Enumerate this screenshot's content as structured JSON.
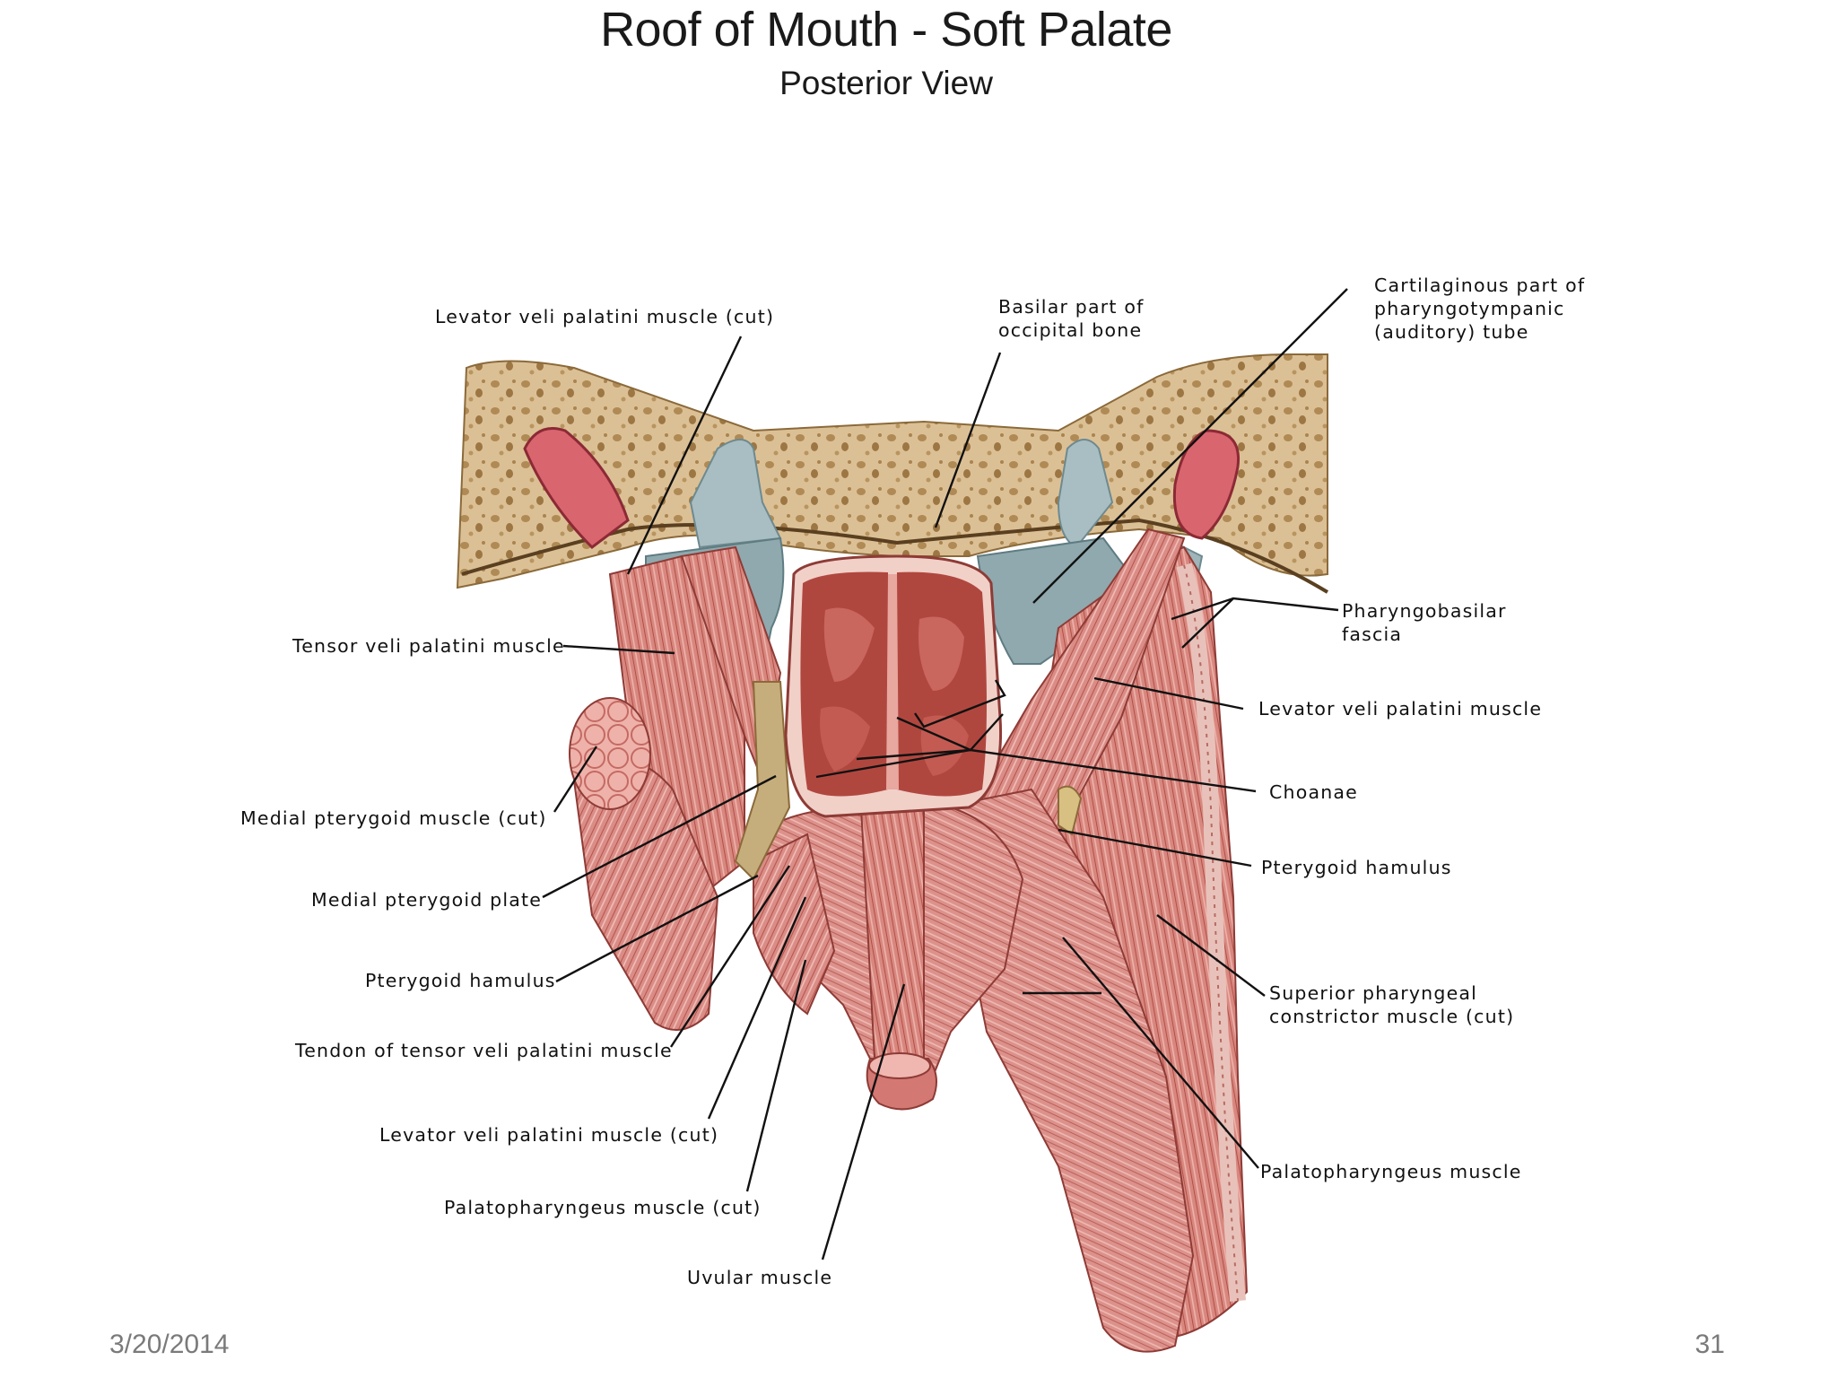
{
  "slide": {
    "title": "Roof of Mouth - Soft Palate",
    "subtitle": "Posterior View",
    "date": "3/20/2014",
    "page_number": "31"
  },
  "labels": {
    "levator_cut_top": "Levator veli palatini muscle (cut)",
    "basilar": "Basilar part of\noccipital bone",
    "cartilaginous": "Cartilaginous part of\npharyngotympanic\n(auditory) tube",
    "tensor": "Tensor veli palatini muscle",
    "pharyngobasilar": "Pharyngobasilar\nfascia",
    "levator_right": "Levator veli palatini muscle",
    "medial_pterygoid_muscle": "Medial pterygoid muscle (cut)",
    "choanae": "Choanae",
    "medial_pterygoid_plate": "Medial pterygoid plate",
    "pterygoid_hamulus_right": "Pterygoid hamulus",
    "pterygoid_hamulus_left": "Pterygoid hamulus",
    "superior_constrictor": "Superior pharyngeal\nconstrictor muscle (cut)",
    "tendon_tensor": "Tendon of tensor veli palatini muscle",
    "levator_cut_bottom": "Levator veli palatini muscle (cut)",
    "palatopharyngeus_right": "Palatopharyngeus muscle",
    "palatopharyngeus_cut": "Palatopharyngeus muscle (cut)",
    "uvular": "Uvular muscle"
  },
  "colors": {
    "bone": "#dcc095",
    "muscle": "#d98b86",
    "muscle_dark": "#b8554f",
    "cartilage": "#8fa9ae",
    "cavity": "#b04b42"
  }
}
